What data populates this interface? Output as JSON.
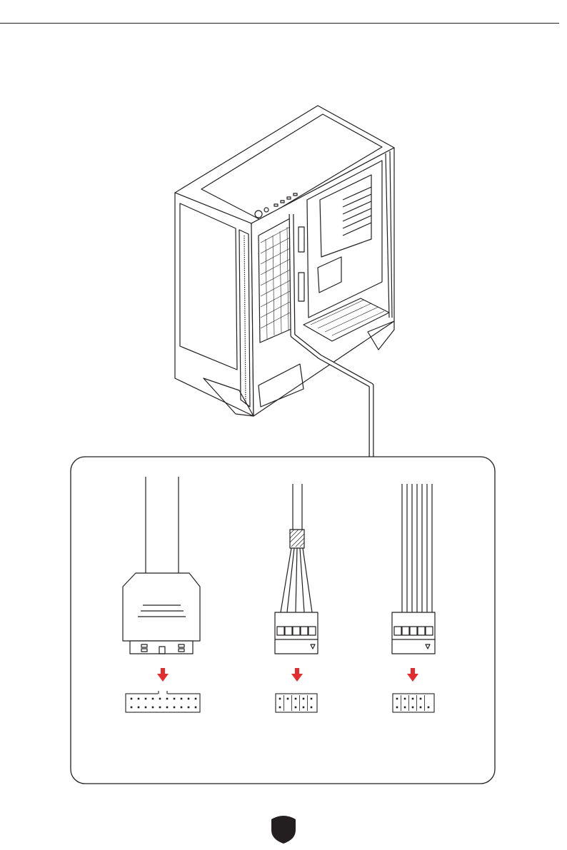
{
  "page": {
    "page_number": "",
    "accent_color": "#e42c2f",
    "line_color": "#231f20",
    "icons": [
      "pc-case-icon",
      "usb-connector-icon",
      "hd-audio-connector-icon",
      "front-panel-connector-icon",
      "arrow-down-icon",
      "page-badge-shield-icon"
    ]
  },
  "connectors": [
    {
      "id": "usb",
      "pin_header_columns": 10,
      "pin_header_rows": 2
    },
    {
      "id": "audio",
      "pin_header_columns": 5,
      "pin_header_rows": 2
    },
    {
      "id": "front-panel",
      "pin_header_columns": 5,
      "pin_header_rows": 2
    }
  ]
}
